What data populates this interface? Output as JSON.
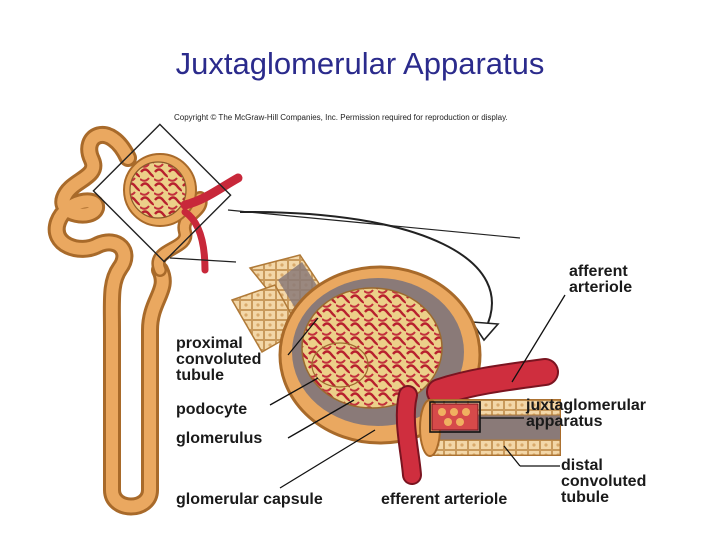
{
  "slide": {
    "title": "Juxtaglomerular Apparatus",
    "copyright": "Copyright © The McGraw-Hill Companies, Inc. Permission required for reproduction or display."
  },
  "labels": {
    "afferent_arteriole": "afferent\narteriole",
    "proximal_convoluted_tubule": "proximal\nconvoluted\ntubule",
    "podocyte": "podocyte",
    "glomerulus": "glomerulus",
    "juxtaglomerular_apparatus": "juxtaglomerular\napparatus",
    "distal_convoluted_tubule": "distal\nconvoluted\ntubule",
    "glomerular_capsule": "glomerular capsule",
    "efferent_arteriole": "efferent arteriole"
  },
  "colors": {
    "title": "#2b2b8c",
    "tubule": "#e8a45a",
    "tubule_dark": "#b8742e",
    "vessel": "#c8283a",
    "capsule_inner": "#8a7a78",
    "glomerulus_fill": "#e8c878"
  }
}
